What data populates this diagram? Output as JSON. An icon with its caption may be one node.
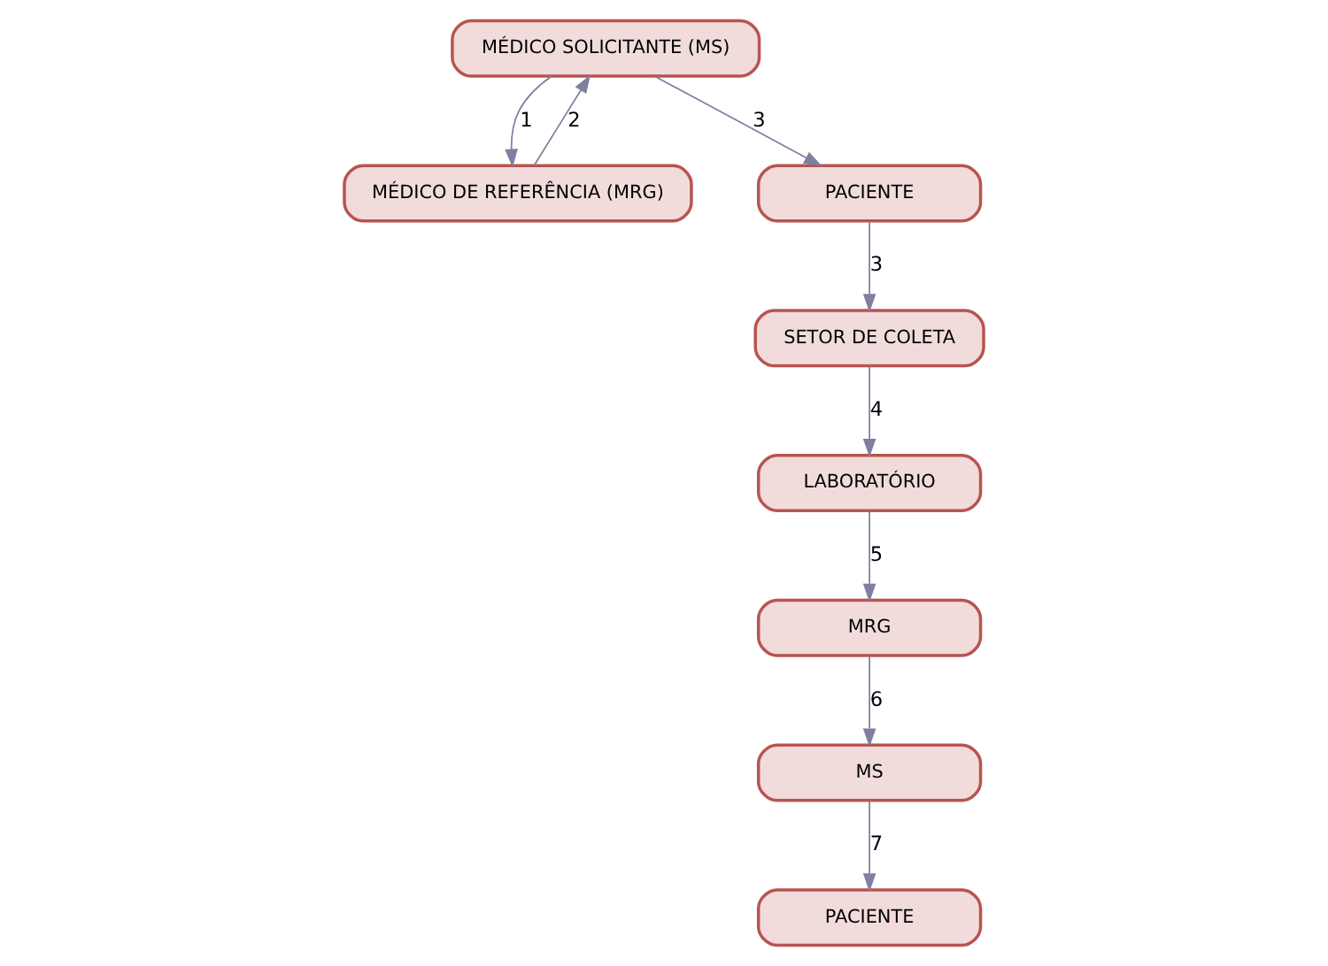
{
  "diagram": {
    "nodes": [
      {
        "text": [
          "MÉDICO SOLICITANTE (MS)"
        ]
      },
      {
        "text": [
          "MÉDICO DE REFERÊNCIA (MRG)"
        ]
      },
      {
        "text": [
          "PACIENTE"
        ]
      },
      {
        "text": [
          "SETOR DE COLETA"
        ]
      },
      {
        "text": [
          "LABORATÓRIO"
        ]
      },
      {
        "text": [
          "PACIENTE"
        ]
      },
      {
        "text": [
          "MS"
        ]
      },
      {
        "text": [
          "MRG"
        ]
      }
    ],
    "edges": [
      {
        "from": 0,
        "to": 1,
        "arrow": "to",
        "label": "1"
      },
      {
        "from": 1,
        "to": 0,
        "arrow": "to",
        "label": "2"
      },
      {
        "from": 0,
        "to": 2,
        "arrow": "to",
        "label": "3"
      },
      {
        "from": 2,
        "to": 3,
        "arrow": "to",
        "label": "3"
      },
      {
        "from": 3,
        "to": 4,
        "arrow": "to",
        "label": "4"
      },
      {
        "from": 4,
        "to": 7,
        "arrow": "to",
        "label": "5"
      },
      {
        "from": 7,
        "to": 6,
        "arrow": "to",
        "label": "6"
      },
      {
        "from": 6,
        "to": 5,
        "arrow": "to",
        "label": "7"
      }
    ]
  }
}
